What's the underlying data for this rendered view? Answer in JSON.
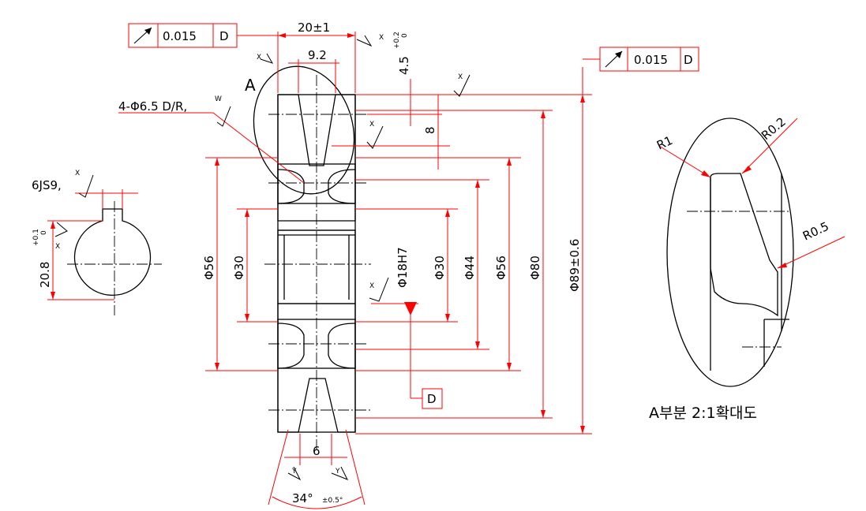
{
  "tolerances": {
    "left_frame": {
      "value": "0.015",
      "datum": "D"
    },
    "right_frame": {
      "value": "0.015",
      "datum": "D"
    }
  },
  "dimensions": {
    "width_top": "20±1",
    "groove_top": "9.2",
    "depth_right": "4.5",
    "depth_right_tol_upper": "+0.2",
    "depth_right_tol_lower": "0",
    "groove_depth": "8",
    "holes_note": "4-Φ6.5 D/R,",
    "holes_roughness": "W",
    "keyway_width": "6JS9,",
    "keyway_roughness": "X",
    "keyway_height": "20.8",
    "keyway_height_tol_upper": "+0.1",
    "keyway_height_tol_lower": "0",
    "dia_56_left": "Φ56",
    "dia_30_left": "Φ30",
    "bore": "Φ18H7",
    "dia_30_right": "Φ30",
    "dia_44": "Φ44",
    "dia_56_right": "Φ56",
    "dia_80": "Φ80",
    "dia_89": "Φ89±0.6",
    "bottom_width": "6",
    "angle": "34°",
    "angle_tol": "±0.5°"
  },
  "labels": {
    "section_a": "A",
    "datum": "D",
    "roughness_x": "X",
    "roughness_y": "Y"
  },
  "detail": {
    "r1": "R1",
    "r02": "R0.2",
    "r05": "R0.5",
    "caption": "A부분  2:1확대도"
  },
  "colors": {
    "dimension": "#ff0000",
    "geometry": "#000000"
  }
}
